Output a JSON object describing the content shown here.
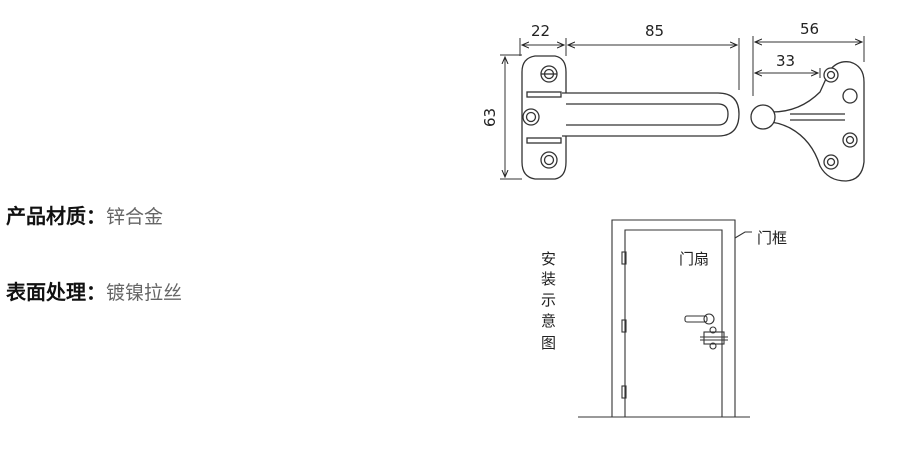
{
  "specs": [
    {
      "label": "产品材质：",
      "value": "锌合金"
    },
    {
      "label": "表面处理：",
      "value": "镀镍拉丝"
    }
  ],
  "dimensions": {
    "d22": "22",
    "d85": "85",
    "d56": "56",
    "d33": "33",
    "d63": "63"
  },
  "install": {
    "title_chars": [
      "安",
      "装",
      "示",
      "意",
      "图"
    ],
    "frame_label": "门框",
    "door_label": "门扇"
  },
  "colors": {
    "line": "#333333",
    "text": "#222222",
    "spec_value": "#666666"
  }
}
